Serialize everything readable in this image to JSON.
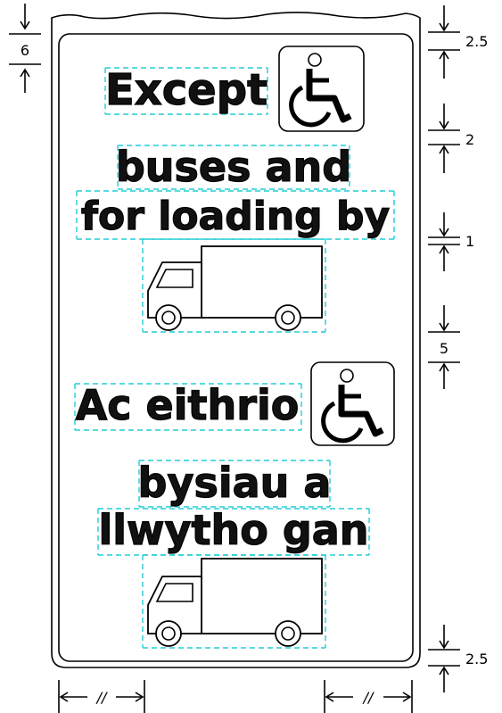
{
  "sign": {
    "english": {
      "line1": "Except",
      "line2": "buses and",
      "line3": "for loading by"
    },
    "welsh": {
      "line1": "Ac eithrio",
      "line2": "bysiau a",
      "line3": "llwytho gan"
    }
  },
  "dimensions": {
    "top_left": "6",
    "right_top": "2.5",
    "right_2": "2",
    "right_3": "1",
    "right_4": "5",
    "right_bottom": "2.5",
    "bottom_left": "//",
    "bottom_right": "//"
  },
  "icons": {
    "wheelchair": "wheelchair-symbol-icon",
    "lorry": "lorry-icon"
  },
  "colors": {
    "spacing_marks": "#22cdd6",
    "sign_lines": "#000000"
  }
}
